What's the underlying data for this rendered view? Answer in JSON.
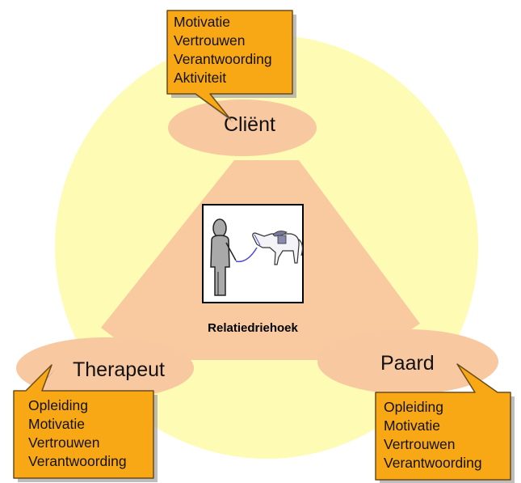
{
  "diagram": {
    "center_label": "Relatiedriehoek",
    "nodes": {
      "client": "Cliënt",
      "therapeut": "Therapeut",
      "paard": "Paard"
    },
    "callouts": {
      "client": [
        "Motivatie",
        "Vertrouwen",
        "Verantwoording",
        "Aktiviteit"
      ],
      "therapeut": [
        "Opleiding",
        "Motivatie",
        "Vertrouwen",
        "Verantwoording"
      ],
      "paard": [
        "Opleiding",
        "Motivatie",
        "Vertrouwen",
        "Verantwoording"
      ]
    },
    "colors": {
      "background_circle": "#fdfbb4",
      "triangle": "#f9caa0",
      "node_ellipse": "#f8c8a0",
      "callout_fill": "#f9a815",
      "callout_border": "#6b4a1a",
      "callout_shadow": "#a8a8a8"
    }
  }
}
